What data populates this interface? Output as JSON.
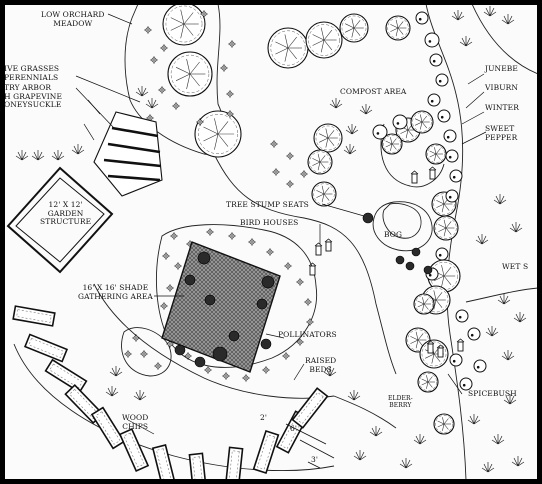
{
  "labels": {
    "low_orchard_meadow": "LOW ORCHARD\nMEADOW",
    "grasses_perennials": "IVE GRASSES\nPERENNIALS",
    "arbor_grapevine": "TRY ARBOR\nH GRAPEVINE\nONEYSUCKLE",
    "garden_structure": "12' X 12'\nGARDEN\nSTRUCTURE",
    "compost_area": "COMPOST AREA",
    "junebe": "JUNEBE",
    "viburn": "VIBURN",
    "winter": "WINTER",
    "sweet_pepper": "SWEET\nPEPPER",
    "tree_stump_seats": "TREE STUMP SEATS",
    "bird_houses": "BIRD HOUSES",
    "bog": "BOG",
    "wet": "WET S",
    "shade_area": "16' X 16' SHADE\nGATHERING AREA",
    "pollinators": "POLLINATORS",
    "raised_beds": "RAISED\nBEDS",
    "wood_chips": "WOOD\nCHIPS",
    "elder_berry": "ELDER-\nBERRY",
    "spicebush": "SPICEBUSH",
    "dim_2": "2'",
    "dim_6": "6'",
    "dim_3": "3'"
  }
}
